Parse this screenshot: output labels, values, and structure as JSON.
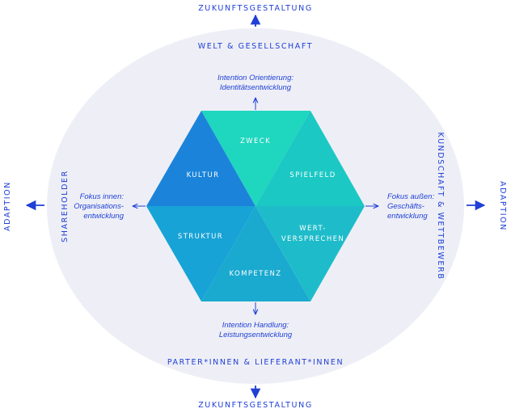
{
  "colors": {
    "ellipse": "#eeeff6",
    "accent": "#1f3fd6",
    "kultur": "#1b84da",
    "zweck": "#1fd6bf",
    "spielfeld": "#1cc8c4",
    "struktur": "#18a3d6",
    "kompetenz": "#1aa9cf",
    "wertversprechen": "#1ebcca"
  },
  "outer": {
    "top": "ZUKUNFTSGESTALTUNG",
    "bottom": "ZUKUNFTSGESTALTUNG",
    "left": "ADAPTION",
    "right": "ADAPTION"
  },
  "ring": {
    "top": "WELT & GESELLSCHAFT",
    "bottom": "PARTER*INNEN & LIEFERANT*INNEN",
    "left": "SHAREHOLDER",
    "right": "KUNDSCHAFT & WETTBEWERB"
  },
  "notes": {
    "top": [
      "Intention Orientierung:",
      "Identitätsentwicklung"
    ],
    "bottom": [
      "Intention Handlung:",
      "Leistungsentwicklung"
    ],
    "left": [
      "Fokus innen:",
      "Organisations-",
      "entwicklung"
    ],
    "right": [
      "Fokus außen:",
      "Geschäfts-",
      "entwicklung"
    ]
  },
  "segments": {
    "kultur": "KULTUR",
    "zweck": "ZWECK",
    "spielfeld": "SPIELFELD",
    "struktur": "STRUKTUR",
    "kompetenz": "KOMPETENZ",
    "wertversprechen": [
      "WERT-",
      "VERSPRECHEN"
    ]
  }
}
